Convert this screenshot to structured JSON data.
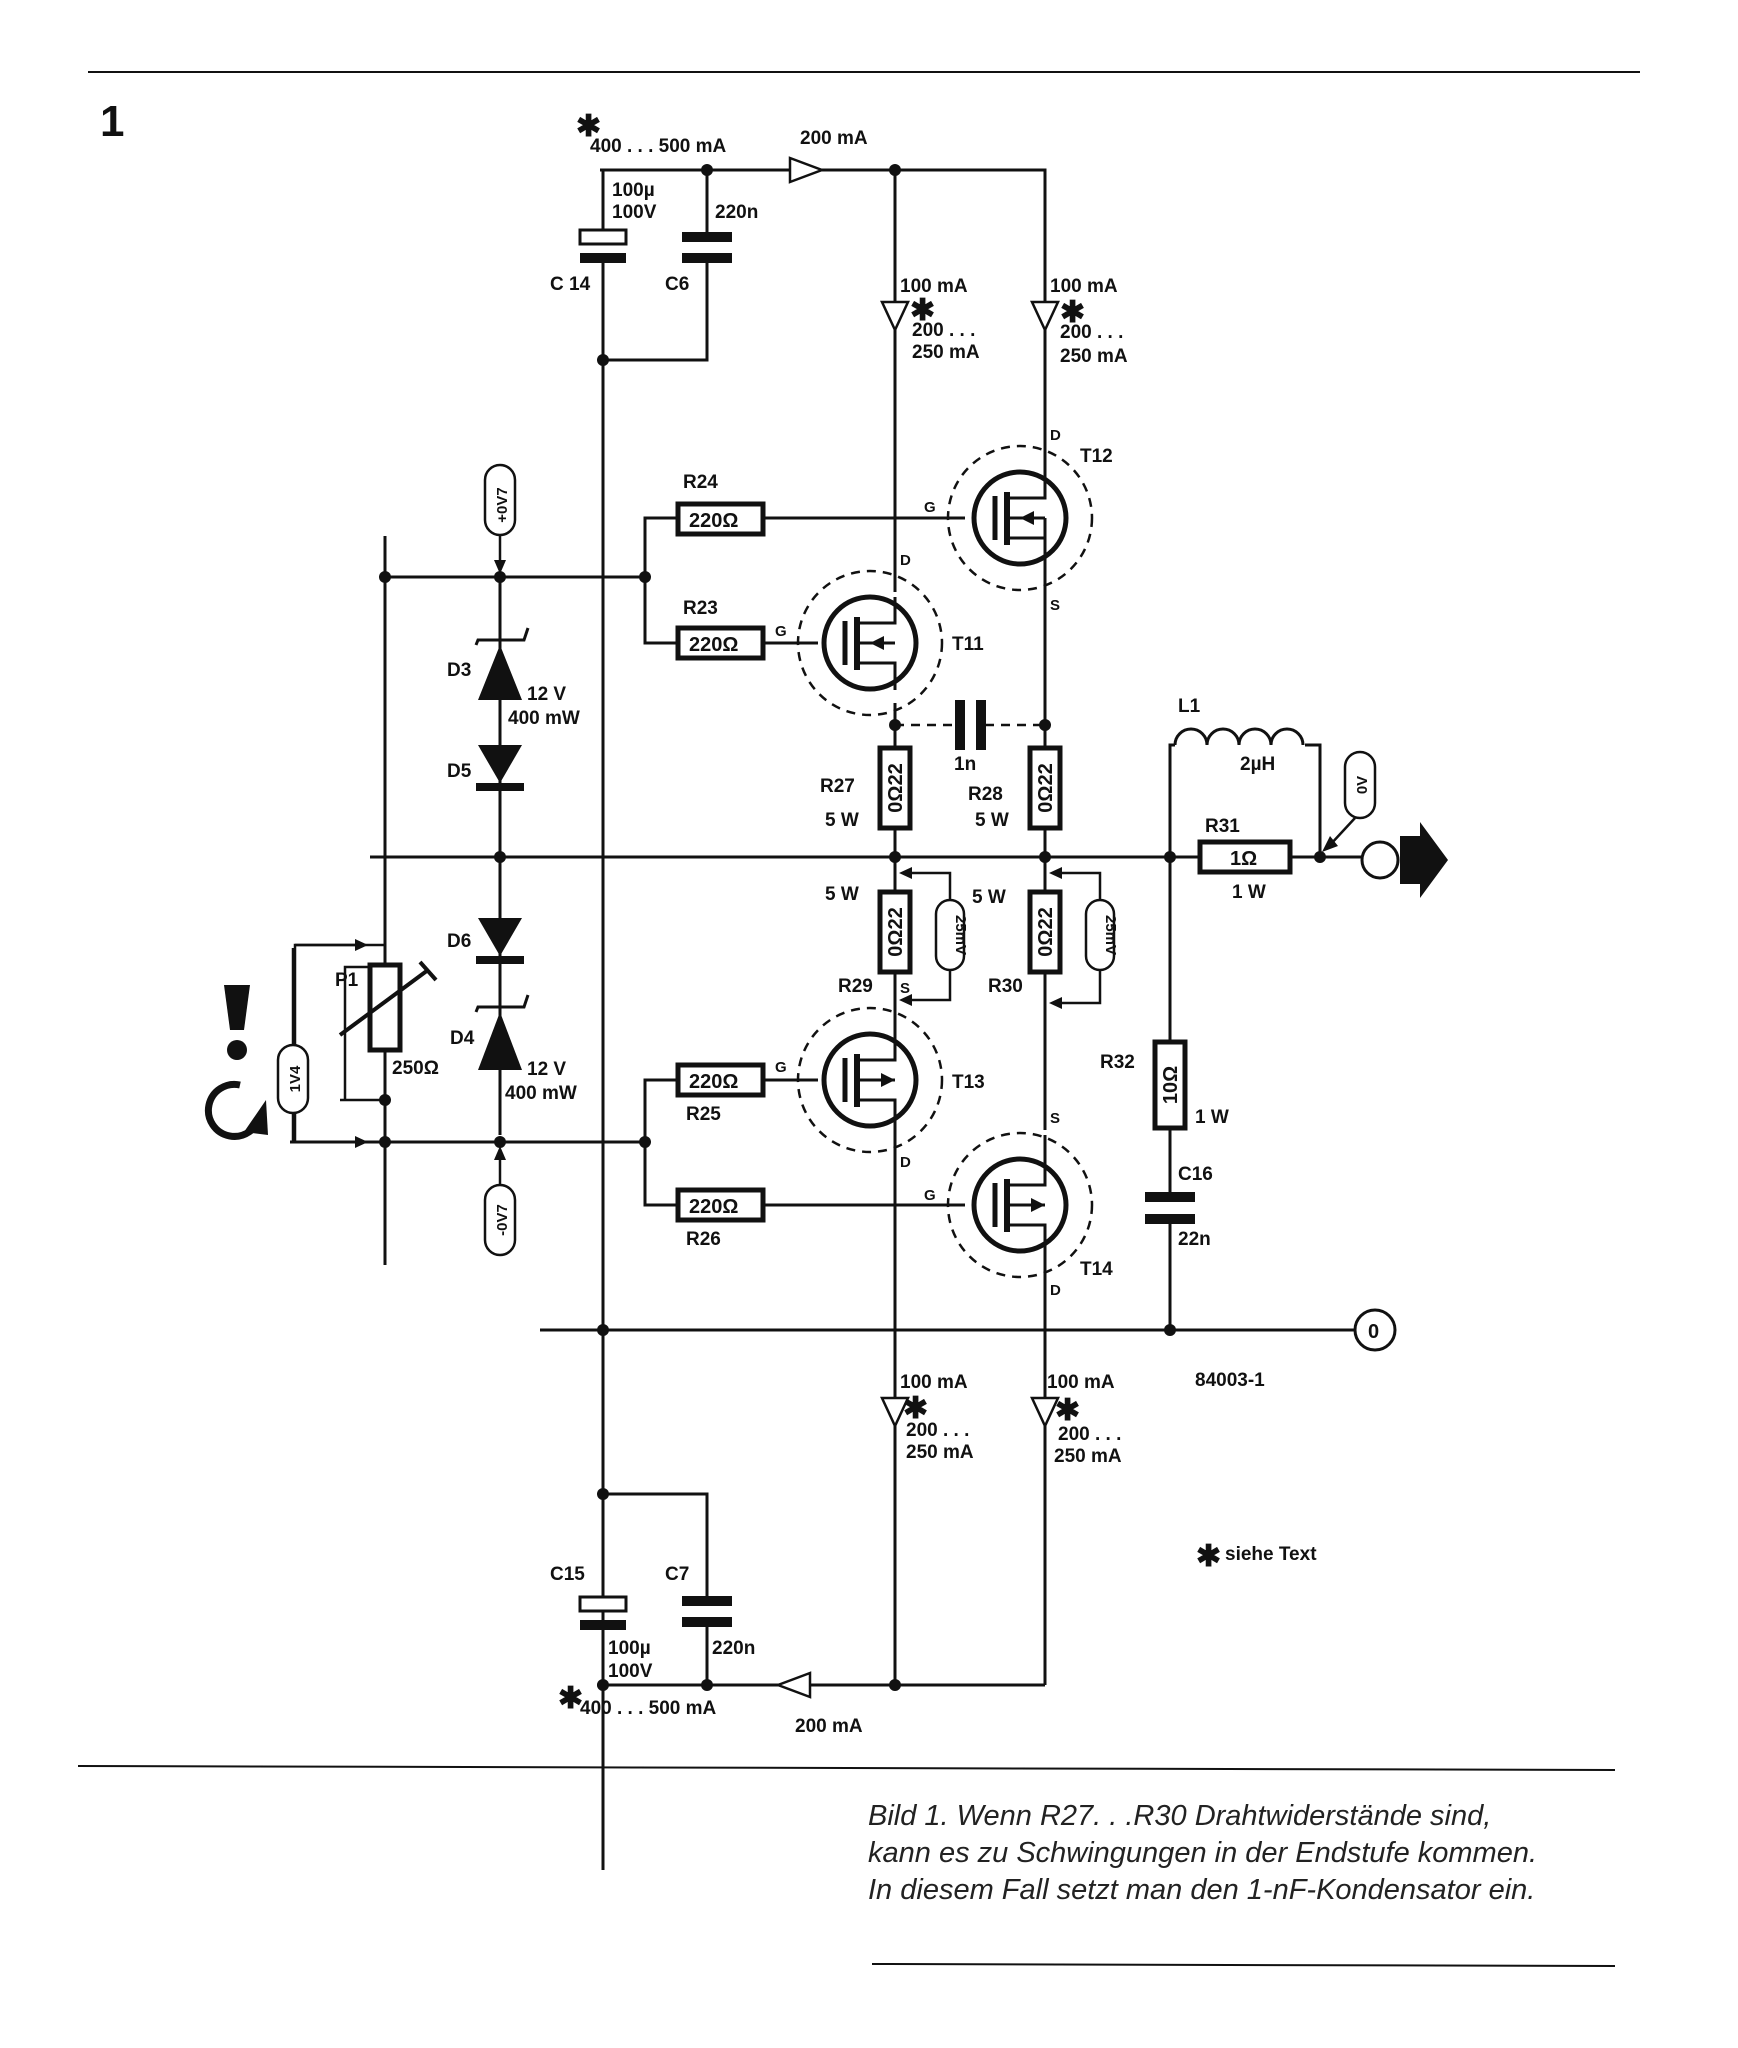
{
  "figure": {
    "number": "1",
    "code": "84003-1",
    "footnote": "siehe Text",
    "footnote_mark": "✱"
  },
  "caption": {
    "lines": [
      "Bild 1. Wenn R27. . .R30 Drahtwiderstände sind,",
      "kann es zu Schwingungen in der Endstufe kommen.",
      "In diesem Fall setzt man den 1-nF-Kondensator ein."
    ]
  },
  "supply": {
    "top_current_total": "400 . . . 500 mA",
    "top_current_branch": "200 mA",
    "bottom_current_total": "400 . . . 500 mA",
    "bottom_current_branch": "200 mA"
  },
  "drain_currents": {
    "nominal": "100 mA",
    "range_line1": "200 . . .",
    "range_line2": "250 mA"
  },
  "components": {
    "C14": {
      "name": "C 14",
      "value1": "100µ",
      "value2": "100V"
    },
    "C6": {
      "name": "C6",
      "value": "220n"
    },
    "C15": {
      "name": "C15",
      "value1": "100µ",
      "value2": "100V"
    },
    "C7": {
      "name": "C7",
      "value": "220n"
    },
    "R24": {
      "name": "R24",
      "value": "220Ω"
    },
    "R23": {
      "name": "R23",
      "value": "220Ω"
    },
    "R25": {
      "name": "R25",
      "value": "220Ω"
    },
    "R26": {
      "name": "R26",
      "value": "220Ω"
    },
    "R27": {
      "name": "R27",
      "value": "0Ω22",
      "power": "5 W"
    },
    "R28": {
      "name": "R28",
      "value": "0Ω22",
      "power": "5 W"
    },
    "R29": {
      "name": "R29",
      "value": "0Ω22",
      "power": "5 W"
    },
    "R30": {
      "name": "R30",
      "value": "0Ω22",
      "power": "5 W"
    },
    "R31": {
      "name": "R31",
      "value": "1Ω",
      "power": "1 W"
    },
    "R32": {
      "name": "R32",
      "value": "10Ω",
      "power": "1 W"
    },
    "C16": {
      "name": "C16",
      "value": "22n"
    },
    "C1n": {
      "value": "1n"
    },
    "L1": {
      "name": "L1",
      "value": "2µH"
    },
    "D3": {
      "name": "D3",
      "value1": "12 V",
      "value2": "400 mW"
    },
    "D4": {
      "name": "D4",
      "value1": "12 V",
      "value2": "400 mW"
    },
    "D5": {
      "name": "D5"
    },
    "D6": {
      "name": "D6"
    },
    "P1": {
      "name": "P1",
      "value": "250Ω"
    },
    "T11": {
      "name": "T11"
    },
    "T12": {
      "name": "T12"
    },
    "T13": {
      "name": "T13"
    },
    "T14": {
      "name": "T14"
    }
  },
  "pins": {
    "gate": "G",
    "drain": "D",
    "source": "S"
  },
  "measurements": {
    "plus_0v7": "+0V7",
    "minus_0v7": "-0V7",
    "one_v4": "1V4",
    "zero_v": "0V",
    "mv25": "25mV"
  },
  "terminals": {
    "ground": "0"
  }
}
